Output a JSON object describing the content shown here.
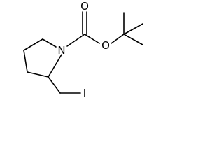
{
  "molecule": {
    "atoms": {
      "nitrogen": "N",
      "carbonyl_oxygen": "O",
      "ester_oxygen": "O",
      "iodine": "I"
    },
    "colors": {
      "bond": "#000000",
      "label": "#000000",
      "background": "#ffffff"
    }
  }
}
